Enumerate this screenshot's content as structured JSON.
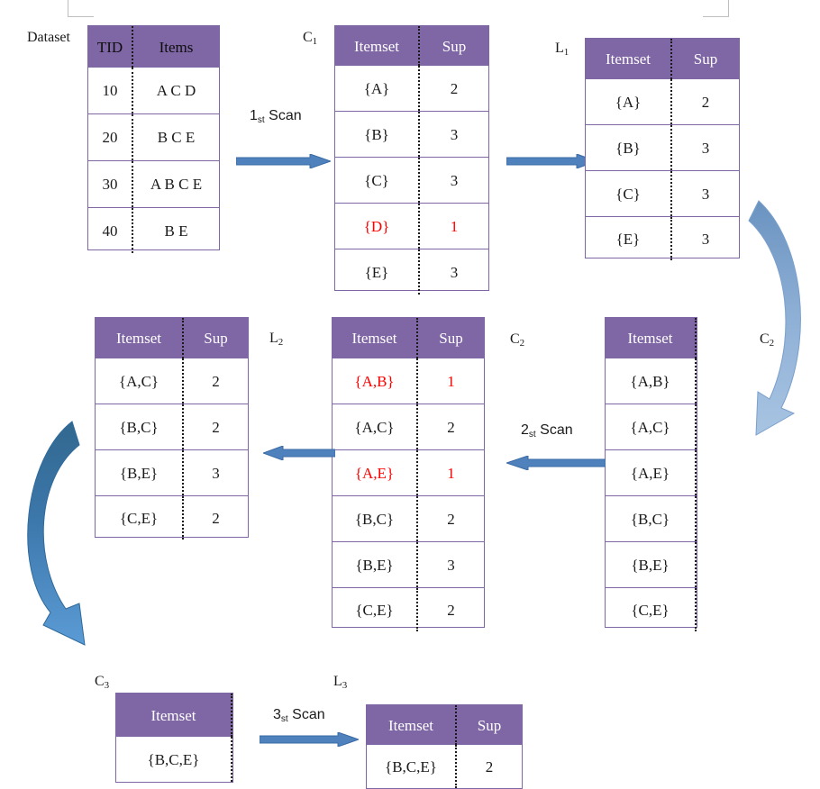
{
  "diagram": {
    "title_labels": {
      "dataset": "Dataset",
      "c1": "C",
      "c1_sub": "1",
      "l1": "L",
      "l1_sub": "1",
      "l2": "L",
      "l2_sub": "2",
      "c2_mid": "C",
      "c2_mid_sub": "2",
      "c2_right": "C",
      "c2_right_sub": "2",
      "c3": "C",
      "c3_sub": "3",
      "l3": "L",
      "l3_sub": "3"
    },
    "scans": {
      "scan1": "1",
      "scan1_sub": "st",
      "scan1_word": "Scan",
      "scan2": "2",
      "scan2_sub": "st",
      "scan2_word": "Scan",
      "scan3": "3",
      "scan3_sub": "st",
      "scan3_word": "Scan"
    },
    "colors": {
      "header_purple": "#7f66a4",
      "arrow_blue": "#4f81bd",
      "curve_blue_dark": "#3c6fa5",
      "curve_blue_light": "#95b3d7",
      "highlight_red": "#ff0000",
      "crop_mark_gray": "#bfbfbf"
    }
  },
  "dataset_table": {
    "headers": [
      "TID",
      "Items"
    ],
    "rows": [
      [
        "10",
        "A C D"
      ],
      [
        "20",
        "B C E"
      ],
      [
        "30",
        "A B C E"
      ],
      [
        "40",
        "B E"
      ]
    ]
  },
  "c1_table": {
    "headers": [
      "Itemset",
      "Sup"
    ],
    "rows": [
      {
        "itemset": "{A}",
        "sup": "2",
        "pruned": false
      },
      {
        "itemset": "{B}",
        "sup": "3",
        "pruned": false
      },
      {
        "itemset": "{C}",
        "sup": "3",
        "pruned": false
      },
      {
        "itemset": "{D}",
        "sup": "1",
        "pruned": true
      },
      {
        "itemset": "{E}",
        "sup": "3",
        "pruned": false
      }
    ]
  },
  "l1_table": {
    "headers": [
      "Itemset",
      "Sup"
    ],
    "rows": [
      {
        "itemset": "{A}",
        "sup": "2",
        "pruned": false
      },
      {
        "itemset": "{B}",
        "sup": "3",
        "pruned": false
      },
      {
        "itemset": "{C}",
        "sup": "3",
        "pruned": false
      },
      {
        "itemset": "{E}",
        "sup": "3",
        "pruned": false
      }
    ]
  },
  "c2_right_table": {
    "headers": [
      "Itemset"
    ],
    "rows": [
      {
        "itemset": "{A,B}"
      },
      {
        "itemset": "{A,C}"
      },
      {
        "itemset": "{A,E}"
      },
      {
        "itemset": "{B,C}"
      },
      {
        "itemset": "{B,E}"
      },
      {
        "itemset": "{C,E}"
      }
    ]
  },
  "c2_mid_table": {
    "headers": [
      "Itemset",
      "Sup"
    ],
    "rows": [
      {
        "itemset": "{A,B}",
        "sup": "1",
        "pruned": true
      },
      {
        "itemset": "{A,C}",
        "sup": "2",
        "pruned": false
      },
      {
        "itemset": "{A,E}",
        "sup": "1",
        "pruned": true
      },
      {
        "itemset": "{B,C}",
        "sup": "2",
        "pruned": false
      },
      {
        "itemset": "{B,E}",
        "sup": "3",
        "pruned": false
      },
      {
        "itemset": "{C,E}",
        "sup": "2",
        "pruned": false
      }
    ]
  },
  "l2_table": {
    "headers": [
      "Itemset",
      "Sup"
    ],
    "rows": [
      {
        "itemset": "{A,C}",
        "sup": "2",
        "pruned": false
      },
      {
        "itemset": "{B,C}",
        "sup": "2",
        "pruned": false
      },
      {
        "itemset": "{B,E}",
        "sup": "3",
        "pruned": false
      },
      {
        "itemset": "{C,E}",
        "sup": "2",
        "pruned": false
      }
    ]
  },
  "c3_table": {
    "headers": [
      "Itemset"
    ],
    "rows": [
      {
        "itemset": "{B,C,E}"
      }
    ]
  },
  "l3_table": {
    "headers": [
      "Itemset",
      "Sup"
    ],
    "rows": [
      {
        "itemset": "{B,C,E}",
        "sup": "2",
        "pruned": false
      }
    ]
  }
}
